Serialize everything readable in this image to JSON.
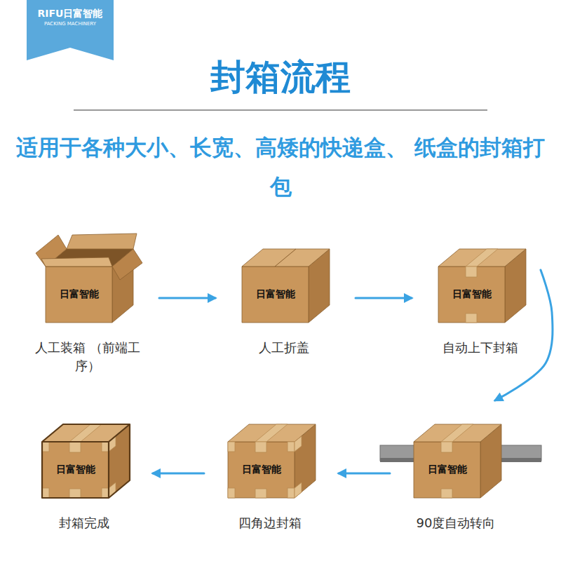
{
  "diagram": {
    "title": "封箱流程",
    "nodes": [
      {
        "text": [
          "日富智能",
          "人工装箱 （前端工序）"
        ]
      },
      {
        "text": [
          "日富智能",
          "人工折盖"
        ]
      },
      {
        "text": [
          "日富智能",
          "自动上下封箱"
        ]
      },
      {
        "text": [
          "日富智能",
          "90度自动转向"
        ]
      },
      {
        "text": [
          "日富智能",
          "四角边封箱"
        ]
      },
      {
        "text": [
          "日富智能",
          "封箱完成"
        ]
      }
    ],
    "edges": [
      {
        "from": 0,
        "to": 1,
        "arrow": "to"
      },
      {
        "from": 1,
        "to": 2,
        "arrow": "to"
      },
      {
        "from": 2,
        "to": 3,
        "arrow": "to"
      },
      {
        "from": 3,
        "to": 4,
        "arrow": "to"
      },
      {
        "from": 4,
        "to": 5,
        "arrow": "to"
      }
    ],
    "labels": [
      "RIFU日富智能",
      "PACKING MACHINERY",
      "适用于各种大小、长宽、高矮的快递盒、 纸盒的封箱打包"
    ]
  }
}
